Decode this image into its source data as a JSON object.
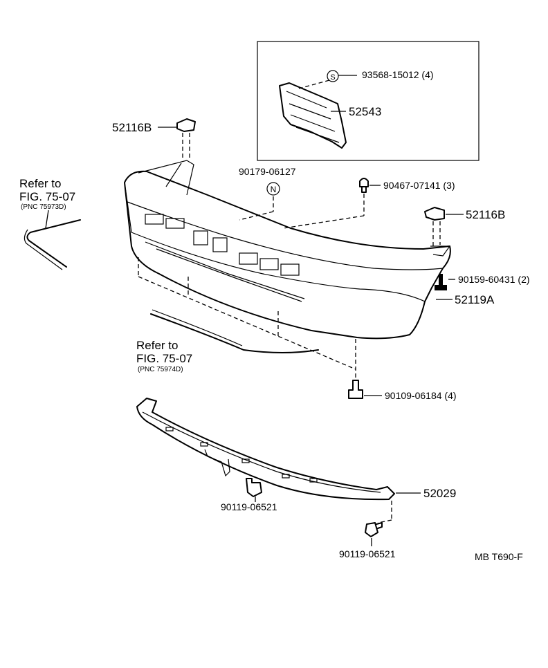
{
  "parts": {
    "retainer_s": {
      "symbol": "S",
      "number": "93568-15012 (4)"
    },
    "bracket_plate": {
      "number": "52543"
    },
    "support_left": {
      "number": "52116B"
    },
    "support_right": {
      "number": "52116B"
    },
    "clip_n": {
      "symbol": "N",
      "number": "90179-06127"
    },
    "clip_top": {
      "number": "90467-07141 (3)"
    },
    "bolt_side": {
      "number": "90159-60431 (2)"
    },
    "bumper_cover": {
      "number": "52119A"
    },
    "bolt_bottom": {
      "number": "90109-06184 (4)"
    },
    "lower_reinforcement": {
      "number": "52029"
    },
    "screw_left": {
      "number": "90119-06521"
    },
    "screw_right": {
      "number": "90119-06521"
    }
  },
  "references": {
    "upper": {
      "line1": "Refer to",
      "line2": "FIG. 75-07",
      "line3": "(PNC 75973D)"
    },
    "lower": {
      "line1": "Refer to",
      "line2": "FIG. 75-07",
      "line3": "(PNC 75974D)"
    }
  },
  "catalog_code": "MB T690-F"
}
